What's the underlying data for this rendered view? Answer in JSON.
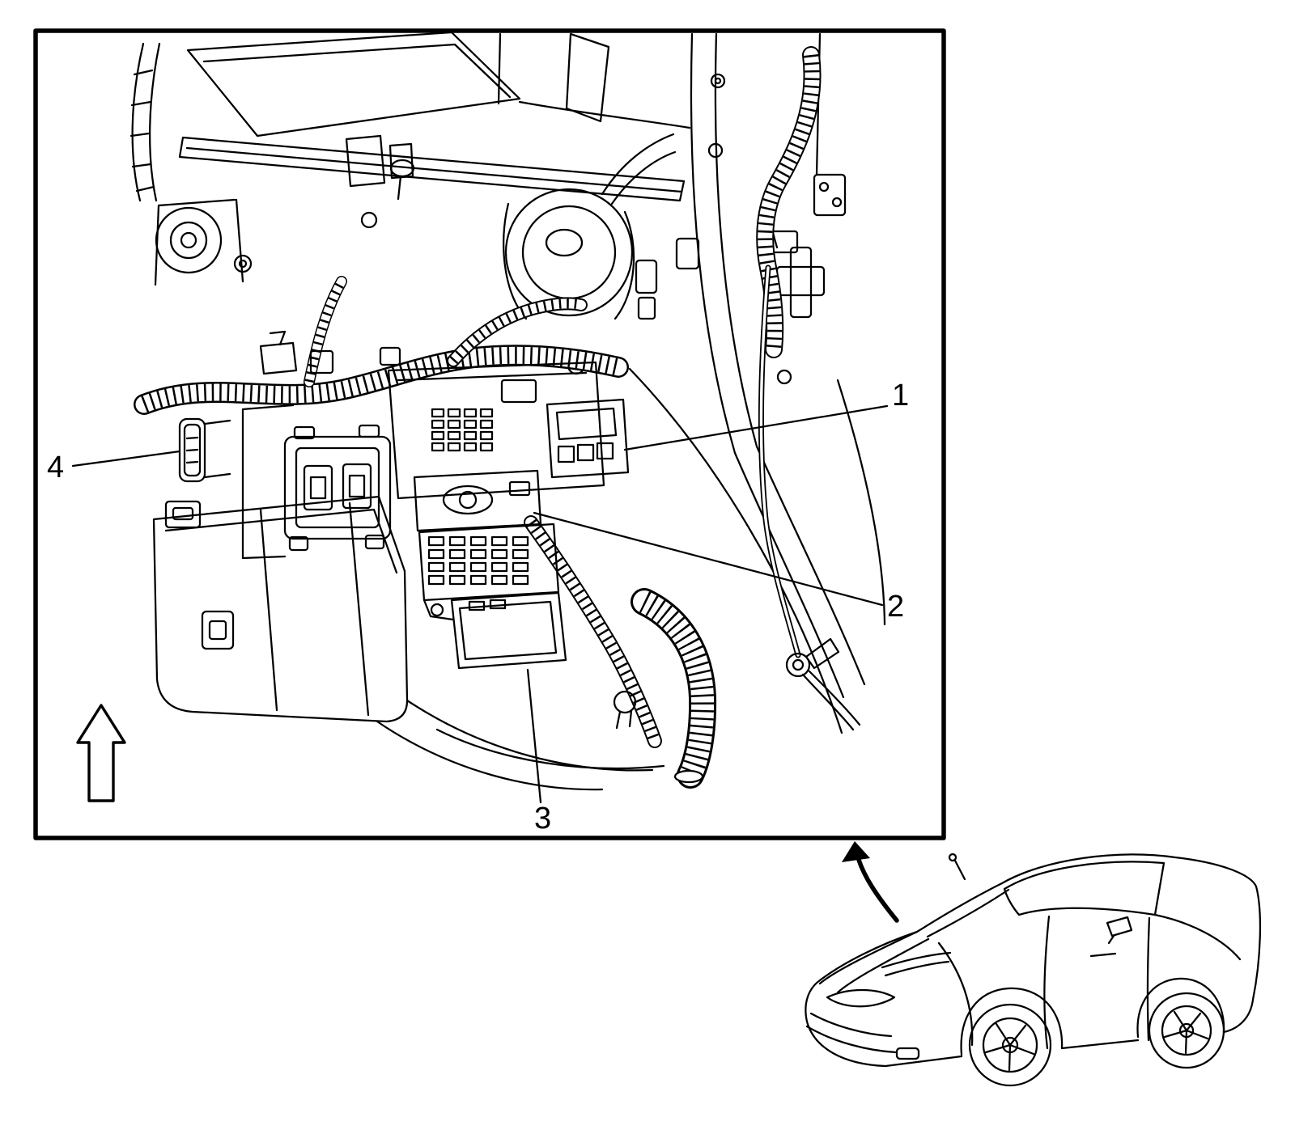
{
  "figure": {
    "callouts": [
      {
        "number": "1"
      },
      {
        "number": "2"
      },
      {
        "number": "3"
      },
      {
        "number": "4"
      }
    ]
  },
  "colors": {
    "line_color": "#000000",
    "bg_color": "#ffffff"
  }
}
